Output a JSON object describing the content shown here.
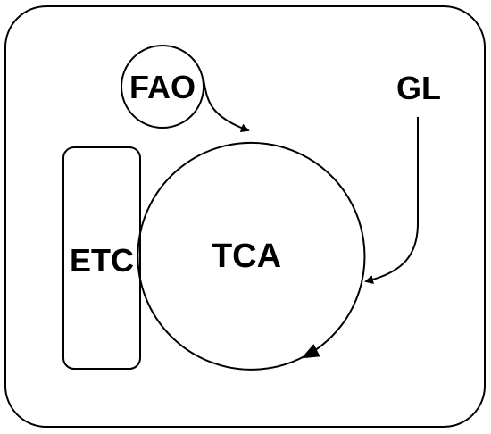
{
  "diagram": {
    "labels": {
      "fao": "FAO",
      "gl": "GL",
      "etc": "ETC",
      "tca": "TCA"
    },
    "colors": {
      "stroke": "#000000",
      "background": "#ffffff"
    }
  }
}
